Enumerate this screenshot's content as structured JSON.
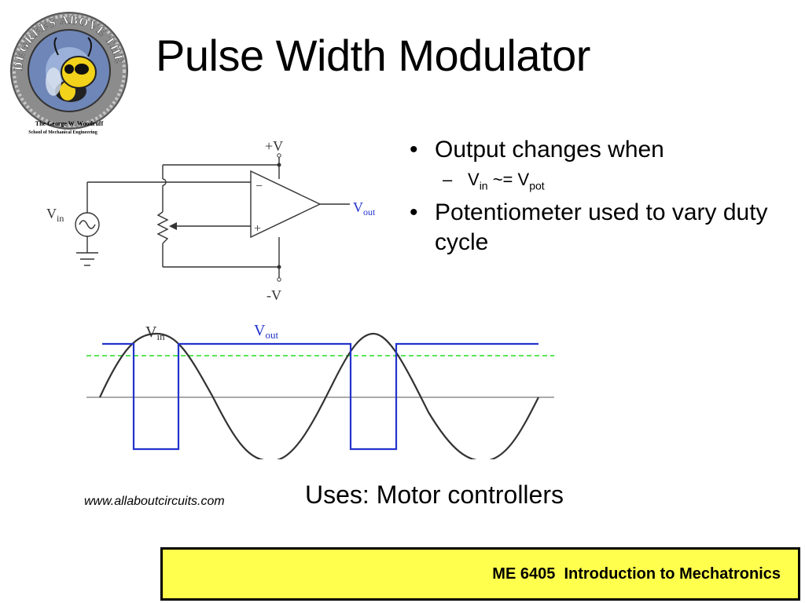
{
  "title": "Pulse Width Modulator",
  "logo": {
    "arc_text": "DEGREES ABOVE THE REST",
    "caption_line1": "The George W. Woodruff",
    "caption_line2": "School of Mechanical Engineering"
  },
  "circuit": {
    "pos_supply": "+V",
    "neg_supply": "-V",
    "input_label": "V",
    "input_sub": "in",
    "output_label": "V",
    "output_sub": "out",
    "minus_sign": "−",
    "plus_sign": "+"
  },
  "waveform": {
    "vin_label": "V",
    "vin_sub": "in",
    "vout_label": "V",
    "vout_sub": "out",
    "colors": {
      "vin": "#333333",
      "vout": "#2233cc",
      "threshold": "#22dd22",
      "zero": "#aaaaaa"
    }
  },
  "bullets": {
    "item1": "Output changes when",
    "sub1": {
      "v1": "V",
      "s1": "in",
      "op": " ~= ",
      "v2": "V",
      "s2": "pot"
    },
    "item2": "Potentiometer used to vary duty cycle"
  },
  "source": "www.allaboutcircuits.com",
  "uses": "Uses: Motor controllers",
  "footer": {
    "text": "ME 6405  Introduction to Mechatronics",
    "background": "#ffff4d"
  }
}
